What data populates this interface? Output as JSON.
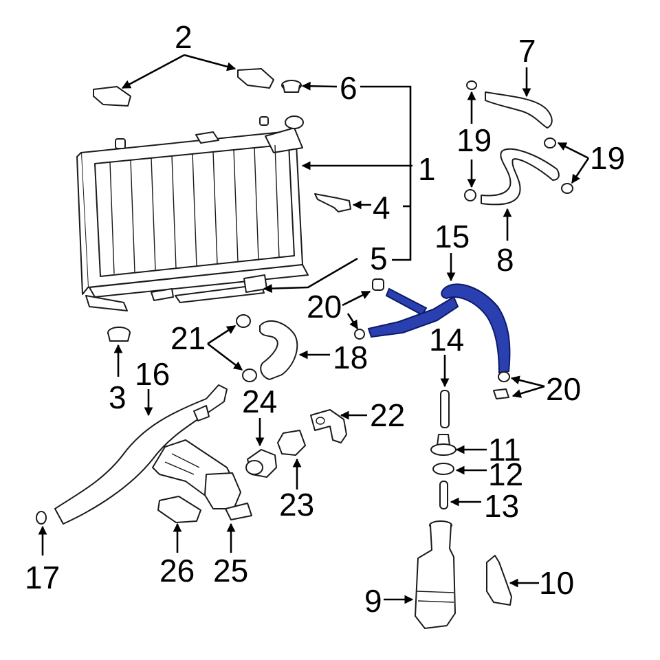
{
  "colors": {
    "line": "#000000",
    "highlight": "#2a3fb0",
    "highlight_stroke": "#0d1a66",
    "background": "#ffffff"
  },
  "callouts": [
    "1",
    "2",
    "3",
    "4",
    "5",
    "6",
    "7",
    "8",
    "9",
    "10",
    "11",
    "12",
    "13",
    "14",
    "15",
    "16",
    "17",
    "18",
    "19",
    "19",
    "20",
    "20",
    "21",
    "22",
    "23",
    "24",
    "25",
    "26"
  ],
  "highlighted_part": "15"
}
